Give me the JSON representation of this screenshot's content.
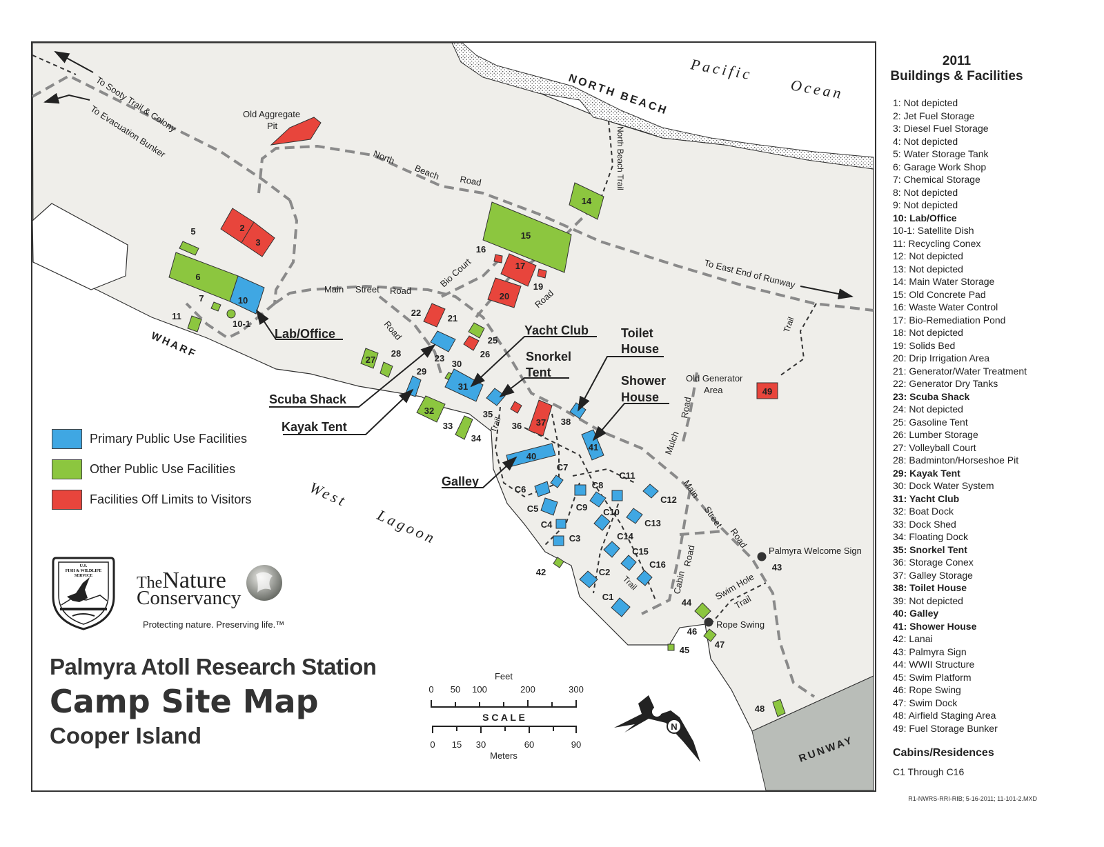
{
  "sidebar": {
    "year": "2011",
    "heading": "Buildings & Facilities",
    "items": [
      {
        "label": "1:  Not depicted",
        "bold": false
      },
      {
        "label": "2:  Jet Fuel Storage",
        "bold": false
      },
      {
        "label": "3:  Diesel Fuel Storage",
        "bold": false
      },
      {
        "label": "4:  Not depicted",
        "bold": false
      },
      {
        "label": "5:  Water Storage Tank",
        "bold": false
      },
      {
        "label": "6:  Garage Work Shop",
        "bold": false
      },
      {
        "label": "7:  Chemical Storage",
        "bold": false
      },
      {
        "label": "8:  Not depicted",
        "bold": false
      },
      {
        "label": "9:  Not depicted",
        "bold": false
      },
      {
        "label": "10:  Lab/Office",
        "bold": true
      },
      {
        "label": "10-1:  Satellite Dish",
        "bold": false
      },
      {
        "label": "11:  Recycling Conex",
        "bold": false
      },
      {
        "label": "12:  Not depicted",
        "bold": false
      },
      {
        "label": "13:  Not depicted",
        "bold": false
      },
      {
        "label": "14:  Main Water Storage",
        "bold": false
      },
      {
        "label": "15:  Old Concrete Pad",
        "bold": false
      },
      {
        "label": "16:  Waste Water Control",
        "bold": false
      },
      {
        "label": "17:  Bio-Remediation Pond",
        "bold": false
      },
      {
        "label": "18:  Not depicted",
        "bold": false
      },
      {
        "label": "19:  Solids Bed",
        "bold": false
      },
      {
        "label": "20:  Drip Irrigation Area",
        "bold": false
      },
      {
        "label": "21:  Generator/Water Treatment",
        "bold": false
      },
      {
        "label": "22:  Generator Dry Tanks",
        "bold": false
      },
      {
        "label": "23:  Scuba Shack",
        "bold": true
      },
      {
        "label": "24:  Not depicted",
        "bold": false
      },
      {
        "label": "25:  Gasoline Tent",
        "bold": false
      },
      {
        "label": "26:  Lumber Storage",
        "bold": false
      },
      {
        "label": "27:  Volleyball Court",
        "bold": false
      },
      {
        "label": "28:  Badminton/Horseshoe Pit",
        "bold": false
      },
      {
        "label": "29:  Kayak Tent",
        "bold": true
      },
      {
        "label": "30:  Dock Water System",
        "bold": false
      },
      {
        "label": "31:  Yacht Club",
        "bold": true
      },
      {
        "label": "32:  Boat Dock",
        "bold": false
      },
      {
        "label": "33:  Dock Shed",
        "bold": false
      },
      {
        "label": "34:  Floating Dock",
        "bold": false
      },
      {
        "label": "35:  Snorkel Tent",
        "bold": true
      },
      {
        "label": "36:  Storage Conex",
        "bold": false
      },
      {
        "label": "37:  Galley Storage",
        "bold": false
      },
      {
        "label": "38:  Toilet House",
        "bold": true
      },
      {
        "label": "39:  Not depicted",
        "bold": false
      },
      {
        "label": "40:  Galley",
        "bold": true
      },
      {
        "label": "41:  Shower House",
        "bold": true
      },
      {
        "label": "42:  Lanai",
        "bold": false
      },
      {
        "label": "43:  Palmyra Sign",
        "bold": false
      },
      {
        "label": "44:  WWII Structure",
        "bold": false
      },
      {
        "label": "45:  Swim Platform",
        "bold": false
      },
      {
        "label": "46:  Rope Swing",
        "bold": false
      },
      {
        "label": "47:  Swim Dock",
        "bold": false
      },
      {
        "label": "48:  Airfield Staging Area",
        "bold": false
      },
      {
        "label": "49:  Fuel Storage Bunker",
        "bold": false
      }
    ],
    "cabins_heading": "Cabins/Residences",
    "cabins_value": "C1 Through C16"
  },
  "footer_code": "R1-NWRS-RRI-RIB; 5-16-2011; 11-101-2.MXD",
  "legend": [
    {
      "label": "Primary Public Use Facilities",
      "color": "#3fa7e3"
    },
    {
      "label": "Other Public Use Facilities",
      "color": "#8cc63f"
    },
    {
      "label": "Facilities Off Limits to Visitors",
      "color": "#e8453c"
    }
  ],
  "titles": {
    "station": "Palmyra Atoll Research Station",
    "map": "Camp Site Map",
    "island": "Cooper Island"
  },
  "logos": {
    "usfws": "U.S. FISH & WILDLIFE SERVICE",
    "tnc_the": "The",
    "tnc_nature": "Nature",
    "tnc_conservancy": "Conservancy",
    "tnc_tagline": "Protecting nature. Preserving life.™"
  },
  "scale": {
    "feet_label": "Feet",
    "feet_ticks": [
      "0",
      "50",
      "100",
      "200",
      "300"
    ],
    "title": "S C A L E",
    "meter_ticks": [
      "0",
      "15",
      "30",
      "60",
      "90"
    ],
    "meters_label": "Meters"
  },
  "north_label": "N",
  "colors": {
    "primary": "#3fa7e3",
    "other": "#8cc63f",
    "offlimits": "#e8453c",
    "land": "#efeeea",
    "road": "#8a8a8a",
    "runway": "#b9bdb8"
  },
  "map_labels": {
    "pacific": "Pacific",
    "ocean": "Ocean",
    "north_beach": "NORTH   BEACH",
    "west": "West",
    "lagoon": "Lagoon",
    "wharf": "WHARF",
    "runway": "RUNWAY",
    "sooty": "To Sooty Trail & Colony",
    "evac": "To Evacuation Bunker",
    "aggregate1": "Old Aggregate",
    "aggregate2": "Pit",
    "nbr_north": "North",
    "nbr_beach": "Beach",
    "nbr_road": "Road",
    "nb_trail": "North Beach Trail",
    "east_end": "To East End of Runway",
    "main": "Main",
    "street": "Street",
    "road": "Road",
    "bio_court": "Bio Court",
    "trail": "Trail",
    "old_gen1": "Old Generator",
    "old_gen2": "Area",
    "mulch": "Mulch",
    "cabin": "Cabin",
    "swim_hole": "Swim Hole",
    "welcome_sign": "Palmyra Welcome Sign",
    "rope_swing": "Rope Swing"
  },
  "callouts": {
    "lab_office": "Lab/Office",
    "yacht_club": "Yacht Club",
    "toilet1": "Toilet",
    "toilet2": "House",
    "snorkel1": "Snorkel",
    "snorkel2": "Tent",
    "shower1": "Shower",
    "shower2": "House",
    "scuba": "Scuba Shack",
    "kayak": "Kayak Tent",
    "galley": "Galley"
  },
  "buildings": {
    "b2": "2",
    "b3": "3",
    "b5": "5",
    "b6": "6",
    "b7": "7",
    "b10": "10",
    "b10_1": "10-1",
    "b11": "11",
    "b14": "14",
    "b15": "15",
    "b16": "16",
    "b17": "17",
    "b19": "19",
    "b20": "20",
    "b21": "21",
    "b22": "22",
    "b23": "23",
    "b25": "25",
    "b26": "26",
    "b27": "27",
    "b28": "28",
    "b29": "29",
    "b30": "30",
    "b31": "31",
    "b32": "32",
    "b33": "33",
    "b34": "34",
    "b35": "35",
    "b36": "36",
    "b37": "37",
    "b38": "38",
    "b40": "40",
    "b41": "41",
    "b42": "42",
    "b43": "43",
    "b44": "44",
    "b45": "45",
    "b46": "46",
    "b47": "47",
    "b48": "48",
    "b49": "49",
    "c1": "C1",
    "c2": "C2",
    "c3": "C3",
    "c4": "C4",
    "c5": "C5",
    "c6": "C6",
    "c7": "C7",
    "c8": "C8",
    "c9": "C9",
    "c10": "C10",
    "c11": "C11",
    "c12": "C12",
    "c13": "C13",
    "c14": "C14",
    "c15": "C15",
    "c16": "C16"
  }
}
